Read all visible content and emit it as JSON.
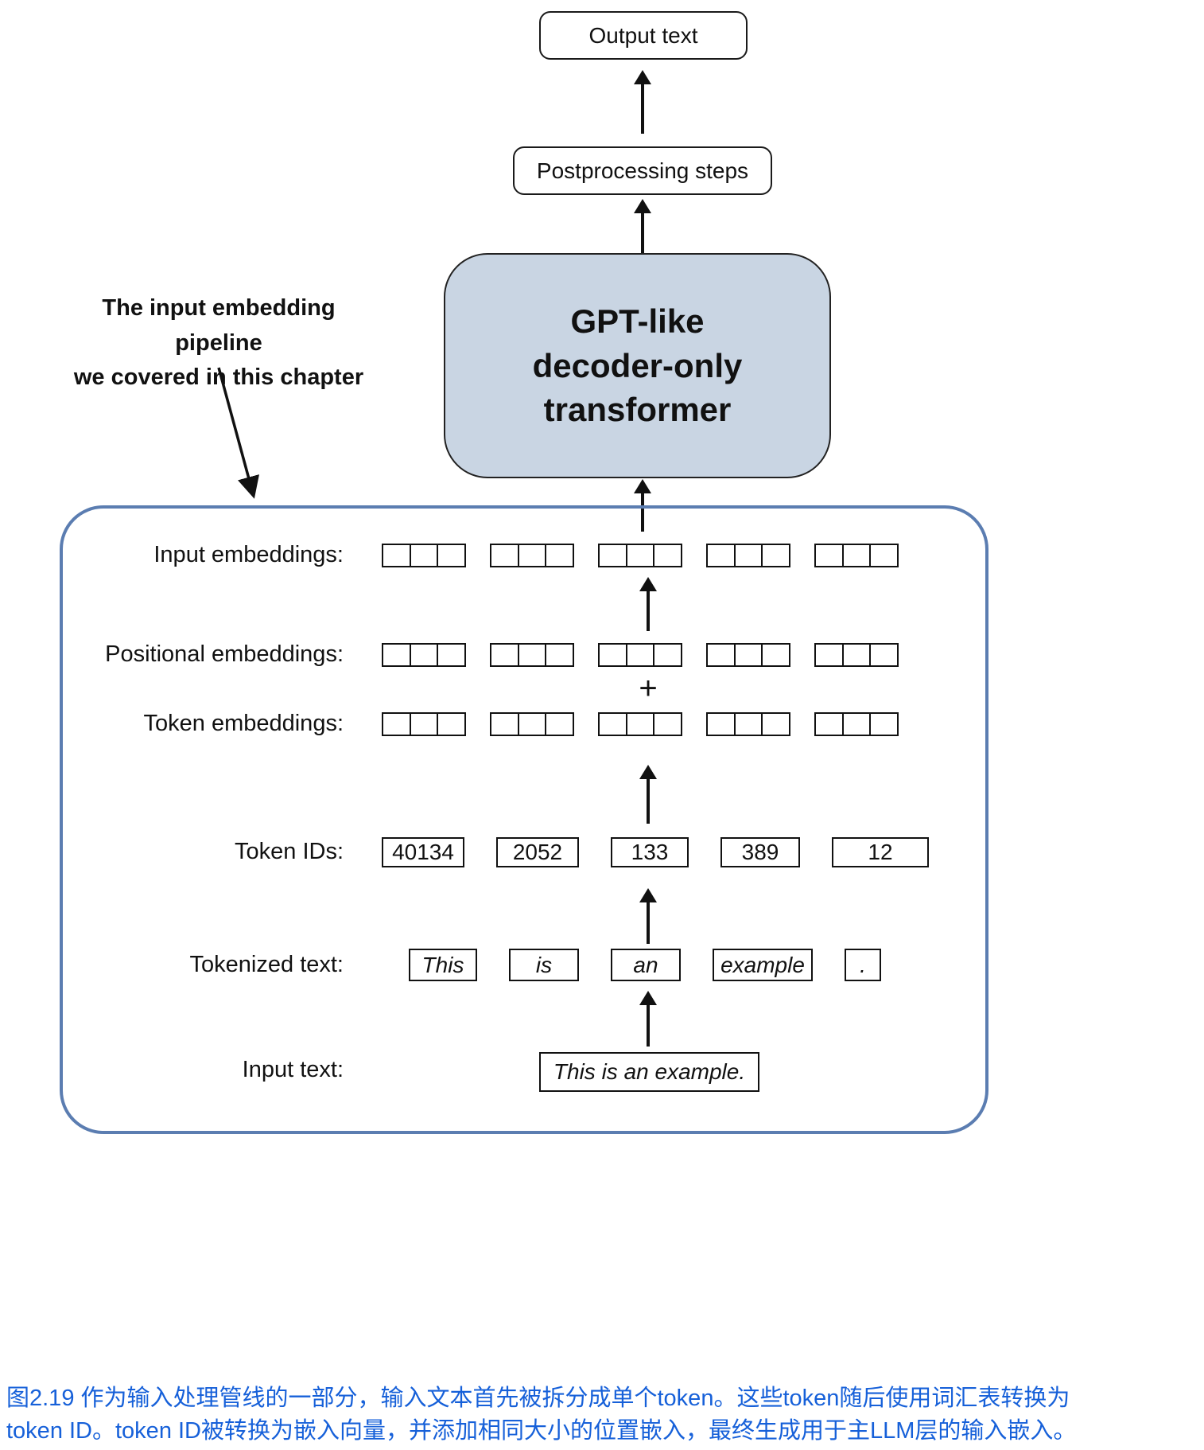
{
  "colors": {
    "gpt_box_fill": "#c9d5e3",
    "frame_border": "#5b7db1",
    "caption_color": "#1660d9"
  },
  "top_flow": {
    "output_text": "Output text",
    "postprocessing": "Postprocessing steps",
    "gpt_lines": [
      "GPT-like",
      "decoder-only",
      "transformer"
    ]
  },
  "annotation": {
    "line1": "The input embedding pipeline",
    "line2": "we covered in this chapter"
  },
  "pipeline": {
    "labels": {
      "input_embeddings": "Input embeddings:",
      "positional_embeddings": "Positional embeddings:",
      "token_embeddings": "Token embeddings:",
      "token_ids": "Token IDs:",
      "tokenized_text": "Tokenized text:",
      "input_text": "Input text:"
    },
    "plus_sign": "+",
    "embedding_groups": 5,
    "cells_per_group": 3,
    "token_ids": [
      "40134",
      "2052",
      "133",
      "389",
      "12"
    ],
    "tokens": [
      "This",
      "is",
      "an",
      "example",
      "."
    ],
    "input_text": "This is an example."
  },
  "caption": {
    "line1": "图2.19 作为输入处理管线的一部分，输入文本首先被拆分成单个token。这些token随后使用词汇表转换为",
    "line2": "token ID。token ID被转换为嵌入向量，并添加相同大小的位置嵌入，最终生成用于主LLM层的输入嵌入。"
  }
}
